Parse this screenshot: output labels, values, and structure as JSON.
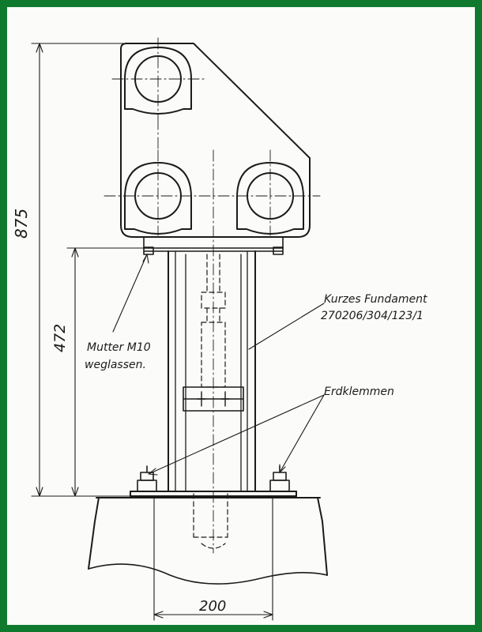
{
  "colors": {
    "frame": "#0f7a2e",
    "ink": "#1b1b1b",
    "paper": "#fbfbf9"
  },
  "dimensions": {
    "overall_height": "875",
    "foundation_height": "472",
    "base_width": "200"
  },
  "annotations": {
    "nut_note_line1": "Mutter M10",
    "nut_note_line2": "weglassen.",
    "foundation_line1": "Kurzes Fundament",
    "foundation_line2": "270206/304/123/1",
    "earth_clamps": "Erdklemmen"
  }
}
